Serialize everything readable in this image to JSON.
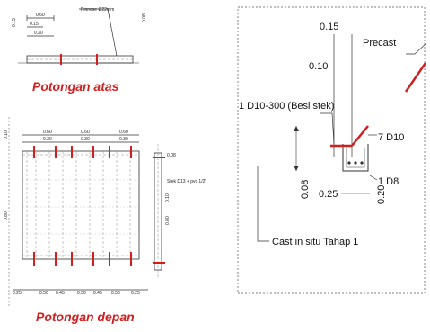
{
  "top_view": {
    "title": "Potongan atas",
    "label_pinnose": "Pinnose Ø22mm",
    "dim_060": "0.60",
    "dim_015": "0.15",
    "dim_030": "0.30",
    "dim_side": "0.08"
  },
  "front_view": {
    "title": "Potongan depan",
    "dim_top_060": "0.60",
    "dim_top_030": "0.30",
    "dim_bot_025a": "0.25",
    "dim_bot_050": "0.50",
    "dim_bot_045": "0.45",
    "dim_bot_025b": "0.25",
    "left_dim_a": "0.10",
    "left_dim_b": "0.80",
    "right_dim_a": "0.10",
    "right_dim_b": "0.80",
    "side_dim": "0.08",
    "side_note": "Stek D13 + pvc 1/2\""
  },
  "detail": {
    "dim_015": "0.15",
    "label_precast": "Precast",
    "dim_010": "0.10",
    "label_stek": "1 D10-300 (Besi stek)",
    "label_7d10": "7 D10",
    "dim_008": "0.08",
    "dim_025": "0.25",
    "dim_020": "0.20",
    "label_1d8": "1 D8",
    "label_cast": "Cast in situ Tahap 1"
  },
  "colors": {
    "red": "#d01f1f",
    "line": "#222222"
  }
}
